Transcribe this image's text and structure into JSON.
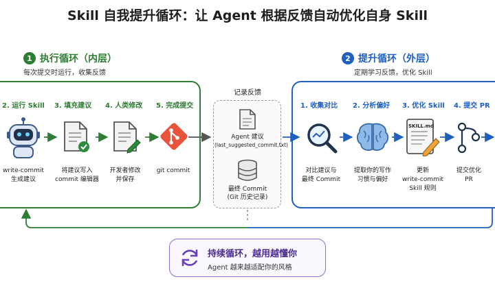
{
  "title": "Skill 自我提升循环：让 Agent 根据反馈自动优化自身 Skill",
  "inner": {
    "number": "1",
    "title": "执行循环（内层）",
    "subtitle": "每次提交时运行，收集反馈",
    "color": "#2e7d32",
    "steps": [
      {
        "label": "2. 运行 Skill",
        "caption1": "write-commit",
        "caption2": "生成建议",
        "icon": "robot-icon"
      },
      {
        "label": "3. 填充建议",
        "caption1": "将建议写入",
        "caption2": "commit 编辑器",
        "icon": "document-check-icon"
      },
      {
        "label": "4. 人类修改",
        "caption1": "开发者修改",
        "caption2": "并保存",
        "icon": "document-pen-icon"
      },
      {
        "label": "5. 完成提交",
        "caption1": "git commit",
        "caption2": "",
        "icon": "git-icon"
      }
    ]
  },
  "record": {
    "title": "记录反馈",
    "item1_line1": "Agent 建议",
    "item1_line2": "(last_suggested_commit.txt)",
    "item2_line1": "最终 Commit",
    "item2_line2": "(Git 历史记录)"
  },
  "outer": {
    "number": "2",
    "title": "提升循环（外层）",
    "subtitle": "定期学习反馈，优化 Skill",
    "color": "#1f5fbf",
    "steps": [
      {
        "label": "1. 收集对比",
        "caption1": "对比建议与",
        "caption2": "最终 Commit",
        "caption3": "",
        "icon": "magnifier-icon"
      },
      {
        "label": "2. 分析偏好",
        "caption1": "提取你的写作",
        "caption2": "习惯与偏好",
        "caption3": "",
        "icon": "brain-icon"
      },
      {
        "label": "3. 优化 Skill",
        "caption1": "更新",
        "caption2": "write-commit",
        "caption3": "Skill 规则",
        "icon": "skill-doc-icon",
        "doc_label": "SKILL.md"
      },
      {
        "label": "4. 提交 PR",
        "caption1": "提交优化",
        "caption2": "PR",
        "caption3": "",
        "icon": "pull-request-icon"
      }
    ]
  },
  "bottom": {
    "title": "持续循环，越用越懂你",
    "subtitle": "Agent 越来越适配你的风格",
    "color": "#6a3fb5"
  }
}
